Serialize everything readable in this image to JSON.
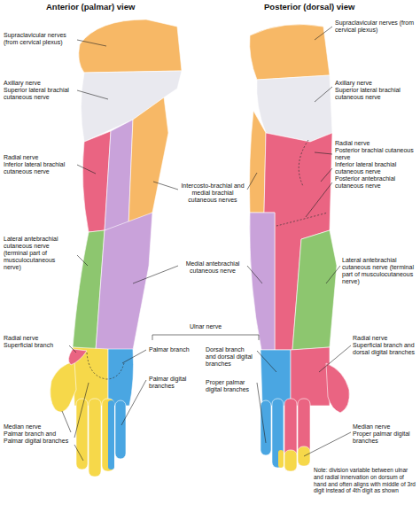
{
  "diagram": {
    "labels": [
      "Anterior (palmar) view",
      "Supraclavicular nerves (from cervical plexus)",
      "Axillary nerve",
      "Superior lateral brachial cutaneous nerve",
      "Radial nerve",
      "Inferior lateral brachial cutaneous nerve",
      "Lateral antebrachial cutaneous nerve (terminal part of musculocutaneous nerve)",
      "Radial nerve",
      "Superficial branch",
      "Median nerve",
      "Palmar branch and Palmar digital branches",
      "Intercosto-brachial and medial brachial cutaneous nerves",
      "Medial antebrachial cutaneous nerve",
      "Ulnar nerve",
      "Palmar branch",
      "Palmar digital branches",
      "Dorsal branch and dorsal digital branches",
      "Proper palmar digital branches",
      "Posterior (dorsal) view",
      "Supraclavicular nerves (from cervical plexus)",
      "Axillary nerve",
      "Superior lateral brachial cutaneous nerve",
      "Radial nerve",
      "Posterior brachial cutaneous nerve",
      "Inferior lateral brachial cutaneous nerve",
      "Posterior antebrachial cutaneous nerve",
      "Lateral antebrachial cutaneous nerve (terminal part of musculocutaneous nerve)",
      "Radial nerve",
      "Superficial branch and dorsal digital branches",
      "Median nerve",
      "Proper palmar digital branches",
      "Note: division variable between ulnar and radial innervation on dorsum of hand and often aligns with middle of 3rd digit instead of 4th digit as shown"
    ]
  }
}
